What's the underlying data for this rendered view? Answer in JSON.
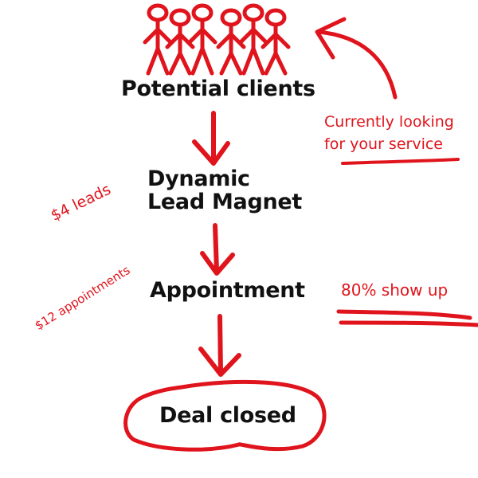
{
  "colors": {
    "ink_red": "#e0141c",
    "text_black": "#111111",
    "background": "#ffffff"
  },
  "header_illustration": {
    "icon": "stick-figure-crowd-icon",
    "figure_count": 6
  },
  "flow": {
    "steps": [
      {
        "label": "Potential clients"
      },
      {
        "label_line1": "Dynamic",
        "label_line2": "Lead Magnet"
      },
      {
        "label": "Appointment"
      },
      {
        "label": "Deal closed"
      }
    ]
  },
  "annotations": {
    "clients_note_line1": "Currently  looking",
    "clients_note_line2": "for your service",
    "lead_cost": "$4 leads",
    "appointment_cost": "$12 appointments",
    "show_rate": "80% show up"
  }
}
